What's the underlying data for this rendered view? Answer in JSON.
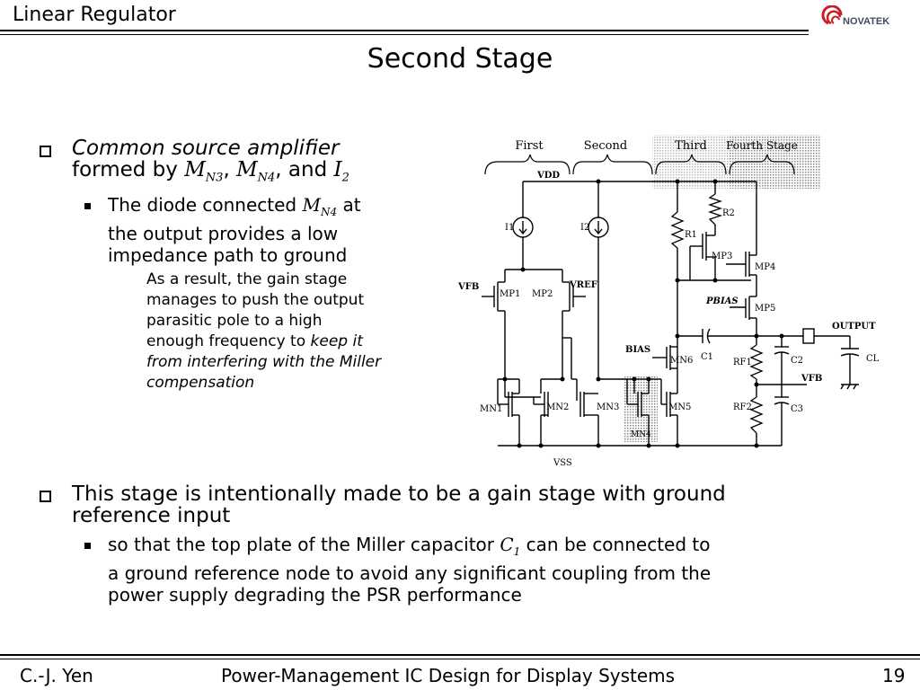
{
  "header": {
    "title": "Linear Regulator",
    "logo_text": "NOVATEK"
  },
  "slide": {
    "title": "Second Stage"
  },
  "bullets": {
    "b1": {
      "line1": "Common source amplifier",
      "line2_prefix": "formed by ",
      "mn3": "M",
      "mn3_sub": "N3",
      "comma": ", ",
      "mn4": "M",
      "mn4_sub": "N4",
      "and": ", and ",
      "i2": "I",
      "i2_sub": "2"
    },
    "b1_sub": {
      "line1_prefix": "The diode connected ",
      "m": "M",
      "m_sub": "N4",
      "line1_suffix": " at",
      "line2": "the output provides a low",
      "line3": "impedance path to ground"
    },
    "b1_sub_sub": {
      "line1": "As a result, the gain stage",
      "line2": "manages to push the output",
      "line3": "parasitic pole to a high",
      "line4_prefix": "enough frequency to ",
      "line4_italic": "keep it",
      "line5": "from interfering with the Miller",
      "line6": "compensation"
    },
    "b2": {
      "line1": "This stage is intentionally made to be a gain stage with ground",
      "line2": "reference input"
    },
    "b2_sub": {
      "line1_prefix": "so that the top plate of the Miller capacitor ",
      "c": "C",
      "c_sub": "1",
      "line1_suffix": " can be connected to",
      "line2": "a ground reference node to avoid any significant coupling from the",
      "line3": "power supply degrading the PSR performance"
    }
  },
  "diagram": {
    "stage_labels": [
      "First",
      "Second",
      "Third",
      "Fourth Stage"
    ],
    "labels": {
      "vdd": "VDD",
      "vss": "VSS",
      "i1": "I1",
      "i2": "I2",
      "vfb_in": "VFB",
      "vref": "VREF",
      "mp1": "MP1",
      "mp2": "MP2",
      "mn1": "MN1",
      "mn2": "MN2",
      "mn3": "MN3",
      "mn4": "MN4",
      "mn5": "MN5",
      "mn6": "MN6",
      "r1": "R1",
      "r2": "R2",
      "mp3": "MP3",
      "mp4": "MP4",
      "mp5": "MP5",
      "pbias": "PBIAS",
      "bias": "BIAS",
      "c1": "C1",
      "rf1": "RF1",
      "rf2": "RF2",
      "c2": "C2",
      "c3": "C3",
      "cl": "CL",
      "output": "OUTPUT",
      "vfb_out": "VFB"
    }
  },
  "footer": {
    "author": "C.-J. Yen",
    "course": "Power-Management IC Design for Display Systems",
    "page": "19"
  }
}
